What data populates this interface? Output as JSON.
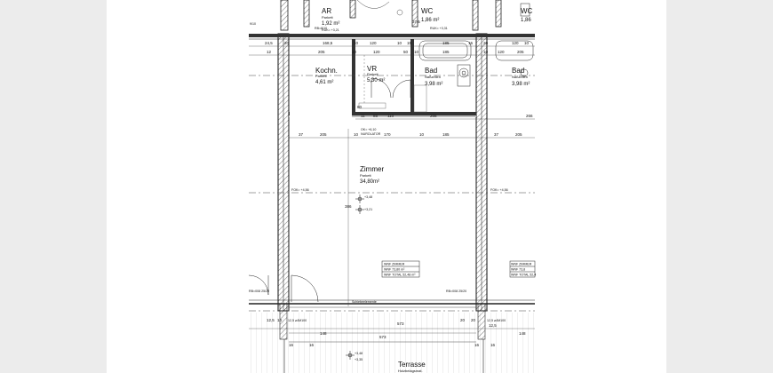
{
  "plan": {
    "rooms": {
      "ar": {
        "name": "AR",
        "floor": "Parkett",
        "area": "1,92 m²"
      },
      "wc_top_left": {
        "name": "WC",
        "area": "1,86 m²"
      },
      "wc_top_right": {
        "name": "WC",
        "area": "1,86"
      },
      "kochn": {
        "name": "Kochn.",
        "floor": "Parkett",
        "area": "4,61 m²"
      },
      "vr": {
        "name": "VR",
        "floor": "Parkett",
        "area": "5,30 m²"
      },
      "bad_left": {
        "name": "Bad",
        "floor": "Naßzellen",
        "area": "3,98 m²"
      },
      "bad_right": {
        "name": "Bad",
        "floor": "Naßzellen",
        "area": "3,98 m²"
      },
      "zimmer": {
        "name": "Zimmer",
        "floor": "Parkett",
        "area": "34,80m²"
      },
      "terrasse": {
        "name": "Terrasse",
        "floor": "Holzbelagsmat."
      }
    },
    "levels": {
      "fok_left": "FOK= +4,56",
      "fok_right": "FOK= +4,56",
      "ok_top": "OK= +6,10",
      "nurolator": "NUROLATOR",
      "elev_1": "+3,48",
      "elev_2": "+3,21",
      "elev_terrace": "+3,48",
      "elev_terrace_2": "+3,35",
      "ruk_top_left": "RUK= +3,21",
      "ruk_top_right": "RUK= +3,31"
    },
    "labels": {
      "schiebe": "Schiebeelemente",
      "window_left": "RB=008 25/20",
      "window_right": "RB=008 25/20",
      "rb_top": "RB=8/10",
      "profile_left": "12,5 ⌀4M100",
      "profile_right": "12,5 ⌀4M100",
      "top_wall_tag": "9/10"
    },
    "area_boxes": {
      "left_top": "WNF ZIMMER",
      "left_nf": "WNF 73,80 m²",
      "left_total": "WNF TOTAL 52,48 m²",
      "right_top": "WNF ZIMMER",
      "right_nf": "WNF 73,8",
      "right_total": "WNF TOTAL 52,4"
    },
    "dims": {
      "d_245": "24,5",
      "d_20": "20",
      "d_1685": "168,5",
      "d_10a": "10",
      "d_120a": "120",
      "d_10b": "10",
      "d_120b": "120",
      "d_15": "15",
      "d_185a": "185",
      "d_15b": "15",
      "d_10c": "10",
      "d_20b": "20",
      "d_10d": "10",
      "d_120c": "120",
      "d_12": "12",
      "d_205a": "205",
      "d_10e": "10",
      "d_120d": "120",
      "d_50": "50",
      "d_10f": "10",
      "d_185b": "185",
      "d_205b": "205",
      "d_37a": "37",
      "d_205c": "205",
      "d_10g": "10",
      "d_170": "170",
      "d_10h": "10",
      "d_185c": "185",
      "d_37b": "37",
      "d_205d": "205",
      "d_266a": "266",
      "d_266b": "266",
      "d_11": "11",
      "d_85": "85",
      "d_110": "110",
      "d_573": "573",
      "d_573b": "573",
      "d_16a": "16",
      "d_16b": "16",
      "d_16c": "16",
      "d_16d": "16",
      "d_148a": "148",
      "d_148b": "148",
      "d_386": "386",
      "d_20c": "20",
      "d_20d": "20",
      "d_12_5a": "12,5",
      "d_12_5b": "12,5",
      "d_14": "14",
      "d_375": "37,5",
      "d_80": "80"
    }
  }
}
